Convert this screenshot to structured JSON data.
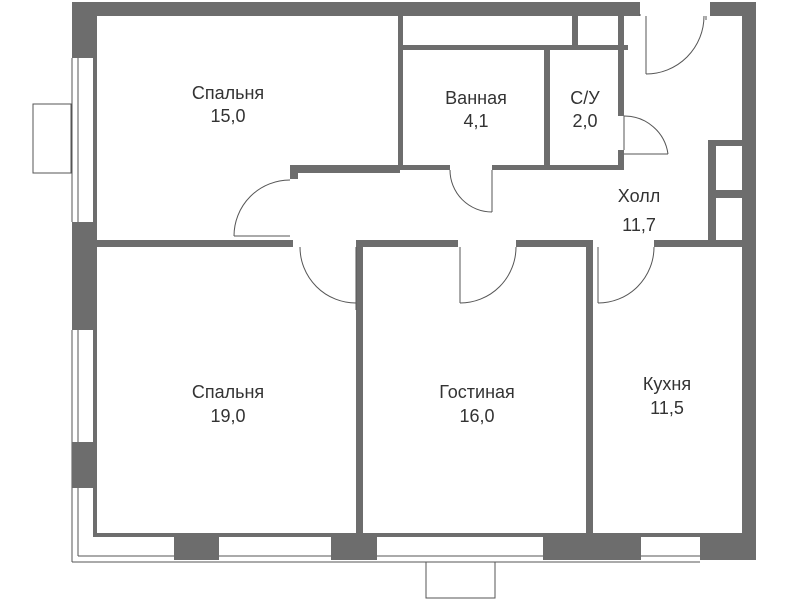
{
  "rooms": [
    {
      "id": "bedroom-1",
      "name": "Спальня",
      "area": "15,0"
    },
    {
      "id": "bathroom",
      "name": "Ванная",
      "area": "4,1"
    },
    {
      "id": "wc",
      "name": "С/У",
      "area": "2,0"
    },
    {
      "id": "hall",
      "name": "Холл",
      "area": "11,7"
    },
    {
      "id": "bedroom-2",
      "name": "Спальня",
      "area": "19,0"
    },
    {
      "id": "living-room",
      "name": "Гостиная",
      "area": "16,0"
    },
    {
      "id": "kitchen",
      "name": "Кухня",
      "area": "11,5"
    }
  ],
  "colors": {
    "wall": "#6d6d6d",
    "thin_line": "#555555",
    "label": "#333333",
    "background": "#ffffff"
  }
}
